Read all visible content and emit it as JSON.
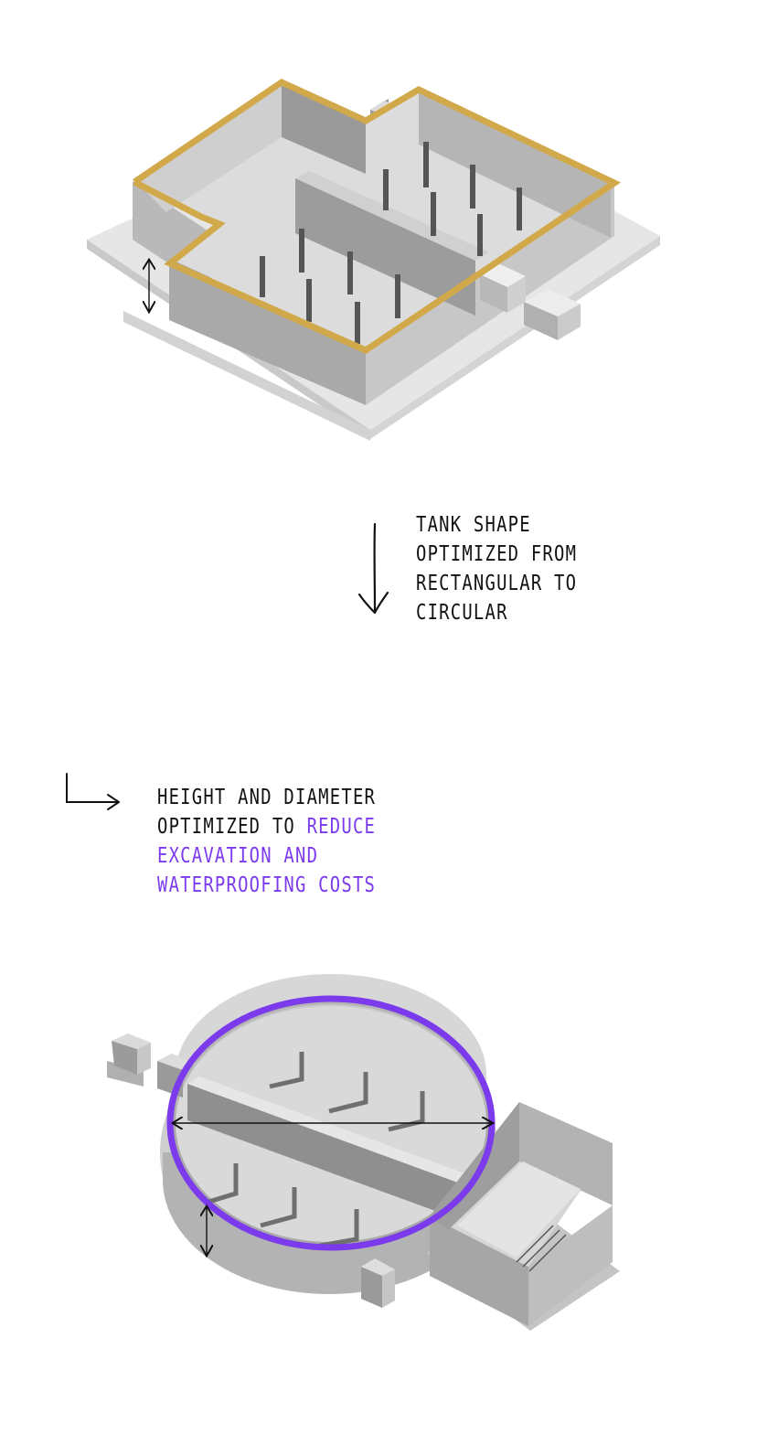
{
  "notes": {
    "shape_change": {
      "lines": [
        "Tank shape",
        "optimized from",
        "rectangular to",
        "circular"
      ]
    },
    "dimensions": {
      "line1": "Height and diameter",
      "line2_plain": "optimized to ",
      "line2_highlight": "reduce",
      "line3": "excavation and",
      "line4": "waterproofing costs"
    }
  },
  "colors": {
    "rect_outline": "#d2a94a",
    "circle_outline": "#7c3aed",
    "concrete_light": "#e4e4e4",
    "concrete_mid": "#bdbdbd",
    "concrete_dark": "#8f8f8f",
    "ink": "#111111"
  }
}
